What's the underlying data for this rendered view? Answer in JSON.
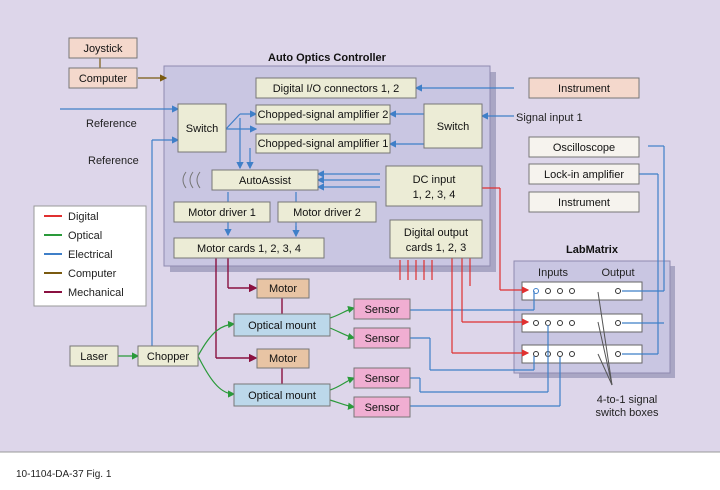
{
  "figure": {
    "caption": "10-1104-DA-37 Fig. 1",
    "controller_title": "Auto Optics Controller",
    "labmatrix_title": "LabMatrix",
    "labmatrix_inputs": "Inputs",
    "labmatrix_output": "Output",
    "switch_boxes_label": "4-to-1 signal switch boxes"
  },
  "external": {
    "joystick": "Joystick",
    "computer": "Computer",
    "reference_1": "Reference",
    "reference_2": "Reference",
    "signal_input": "Signal input 1",
    "instrument_1": "Instrument",
    "oscilloscope": "Oscilloscope",
    "lockin": "Lock-in amplifier",
    "instrument_2": "Instrument",
    "laser": "Laser",
    "chopper": "Chopper",
    "motor_1": "Motor",
    "motor_2": "Motor",
    "optical_mount_1": "Optical mount",
    "optical_mount_2": "Optical mount",
    "sensor_1": "Sensor",
    "sensor_2": "Sensor",
    "sensor_3": "Sensor",
    "sensor_4": "Sensor"
  },
  "controller": {
    "digital_io": "Digital I/O connectors 1, 2",
    "chopped_amp_2": "Chopped-signal amplifier 2",
    "chopped_amp_1": "Chopped-signal amplifier 1",
    "switch_left": "Switch",
    "switch_right": "Switch",
    "autoassist": "AutoAssist",
    "dc_input_l1": "DC input",
    "dc_input_l2": "1, 2, 3, 4",
    "motor_driver_1": "Motor driver 1",
    "motor_driver_2": "Motor driver 2",
    "motor_cards": "Motor cards 1, 2, 3, 4",
    "digital_output_l1": "Digital output",
    "digital_output_l2": "cards 1, 2, 3"
  },
  "legend": [
    {
      "label": "Digital",
      "color": "#e03030"
    },
    {
      "label": "Optical",
      "color": "#2a9a3a"
    },
    {
      "label": "Electrical",
      "color": "#3f7fc8"
    },
    {
      "label": "Computer",
      "color": "#7a5a10"
    },
    {
      "label": "Mechanical",
      "color": "#8a1040"
    }
  ],
  "colors": {
    "background_panel": "#ddd6ea",
    "controller_box": "#c9c6e2",
    "block_fill": "#ececd6",
    "motor_fill": "#e8c4a4",
    "mount_fill": "#bcd8ea",
    "sensor_fill": "#f0aed2",
    "instrument_fill": "#f4d8cc"
  }
}
